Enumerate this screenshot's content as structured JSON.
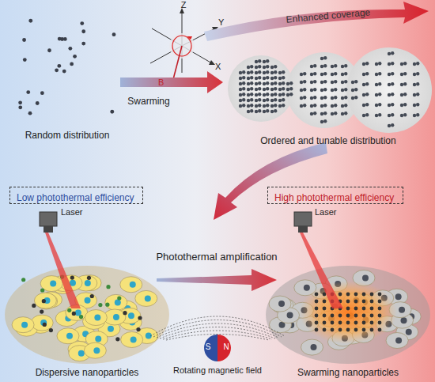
{
  "diagram": {
    "nodes": [
      {
        "text": [
          "Low photothermal efficiency"
        ]
      },
      {
        "text": [
          "High photothermal efficiency"
        ]
      }
    ],
    "labels": [
      "Random distribution",
      "Swarming",
      "Z",
      "Y",
      "X",
      "B",
      "Enhanced coverage",
      "Ordered and tunable distribution",
      "Laser",
      "Photothermal amplification",
      "Laser",
      "Dispersive nanoparticles",
      "Rotating magnetic field",
      "S",
      "N",
      "Swarming nanoparticles"
    ]
  }
}
